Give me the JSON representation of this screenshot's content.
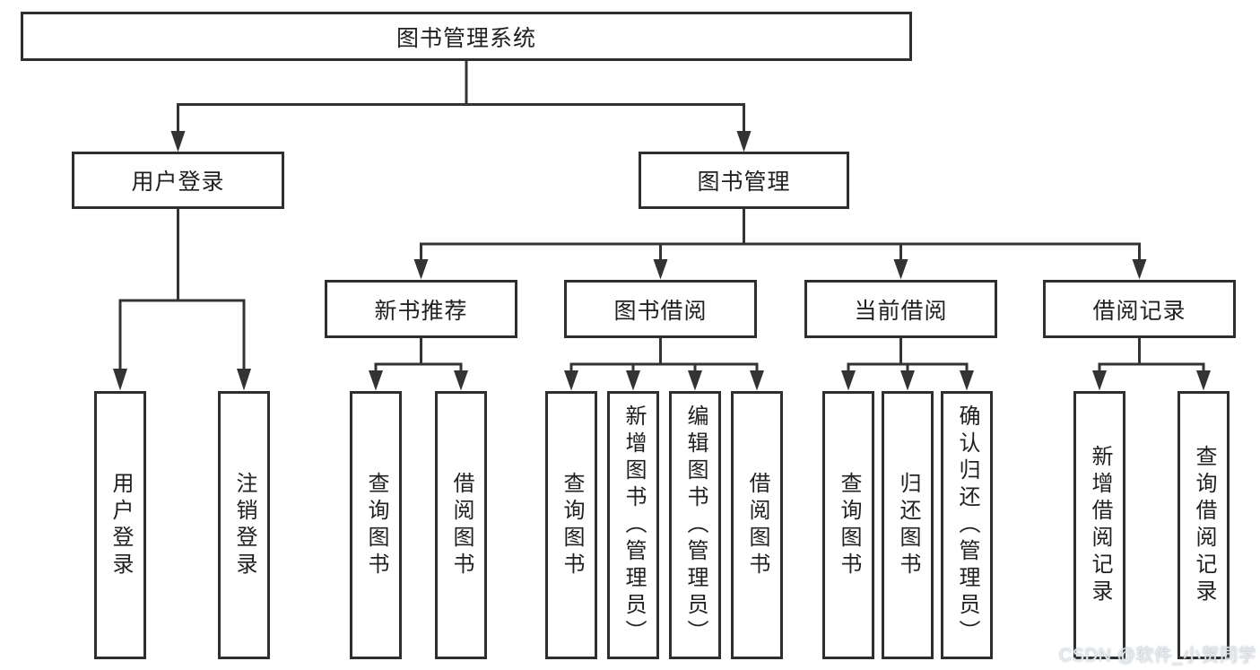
{
  "colors": {
    "line": "#333333",
    "box_border": "#2e2e2e",
    "box_fill": "#ffffff",
    "text": "#202020",
    "watermark_text": "#e7ebef",
    "background": "#ffffff"
  },
  "diagram": {
    "title": "图书管理系统",
    "level2": [
      {
        "id": "user-login",
        "label": "用户登录"
      },
      {
        "id": "book-management",
        "label": "图书管理"
      }
    ],
    "level3": [
      {
        "id": "new-book-recommend",
        "parent": "图书管理",
        "label": "新书推荐"
      },
      {
        "id": "book-borrowing",
        "parent": "图书管理",
        "label": "图书借阅"
      },
      {
        "id": "current-borrowing",
        "parent": "图书管理",
        "label": "当前借阅"
      },
      {
        "id": "borrowing-records",
        "parent": "图书管理",
        "label": "借阅记录"
      }
    ],
    "leaves": [
      {
        "parent": "用户登录",
        "label": "用户登录"
      },
      {
        "parent": "用户登录",
        "label": "注销登录"
      },
      {
        "parent": "新书推荐",
        "label": "查询图书"
      },
      {
        "parent": "新书推荐",
        "label": "借阅图书"
      },
      {
        "parent": "图书借阅",
        "label": "查询图书"
      },
      {
        "parent": "图书借阅",
        "label": "新增图书（管理员）"
      },
      {
        "parent": "图书借阅",
        "label": "编辑图书（管理员）"
      },
      {
        "parent": "图书借阅",
        "label": "借阅图书"
      },
      {
        "parent": "当前借阅",
        "label": "查询图书"
      },
      {
        "parent": "当前借阅",
        "label": "归还图书"
      },
      {
        "parent": "当前借阅",
        "label": "确认归还（管理员）"
      },
      {
        "parent": "借阅记录",
        "label": "新增借阅记录"
      },
      {
        "parent": "借阅记录",
        "label": "查询借阅记录"
      }
    ],
    "watermark": "CSDN @软件_小贺同学"
  }
}
